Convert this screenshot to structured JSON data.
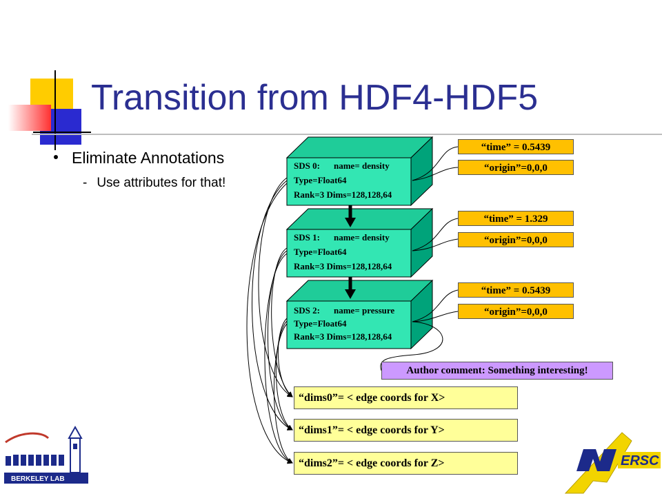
{
  "slide": {
    "title": "Transition from HDF4-HDF5",
    "bullet": "Eliminate Annotations",
    "sub_bullet_marker": "-",
    "sub_bullet": "Use attributes for that!"
  },
  "diagram": {
    "sds": [
      {
        "header": "SDS 0:",
        "name": "name= density",
        "type": "Type=Float64",
        "rank_dims": "Rank=3 Dims=128,128,64"
      },
      {
        "header": "SDS 1:",
        "name": "name= density",
        "type": "Type=Float64",
        "rank_dims": "Rank=3 Dims=128,128,64"
      },
      {
        "header": "SDS 2:",
        "name": "name= pressure",
        "type": "Type=Float64",
        "rank_dims": "Rank=3 Dims=128,128,64"
      }
    ],
    "attributes": [
      {
        "time": "“time” = 0.5439",
        "origin": "“origin”=0,0,0"
      },
      {
        "time": "“time” = 1.329",
        "origin": "“origin”=0,0,0"
      },
      {
        "time": "“time” = 0.5439",
        "origin": "“origin”=0,0,0"
      }
    ],
    "author_comment": "Author comment:  Something interesting!",
    "dims": [
      "“dims0”= < edge coords for X>",
      "“dims1”= < edge coords for Y>",
      "“dims2”= < edge coords for Z>"
    ]
  },
  "logos": {
    "left": "BERKELEY LAB",
    "right": "ERSC"
  },
  "colors": {
    "title": "#2b2f91",
    "sds_front": "#33e6b3",
    "sds_side": "#00a37a",
    "sds_top": "#1fcc99",
    "attribute_fill": "#ffc000",
    "dims_fill": "#ffff99",
    "author_fill": "#cc99ff",
    "deco_yellow": "#ffcc00",
    "deco_blue": "#2a2ad0",
    "deco_red": "#ff4040",
    "nersc_yellow": "#f2d400",
    "nersc_blue": "#1c2a8a"
  }
}
